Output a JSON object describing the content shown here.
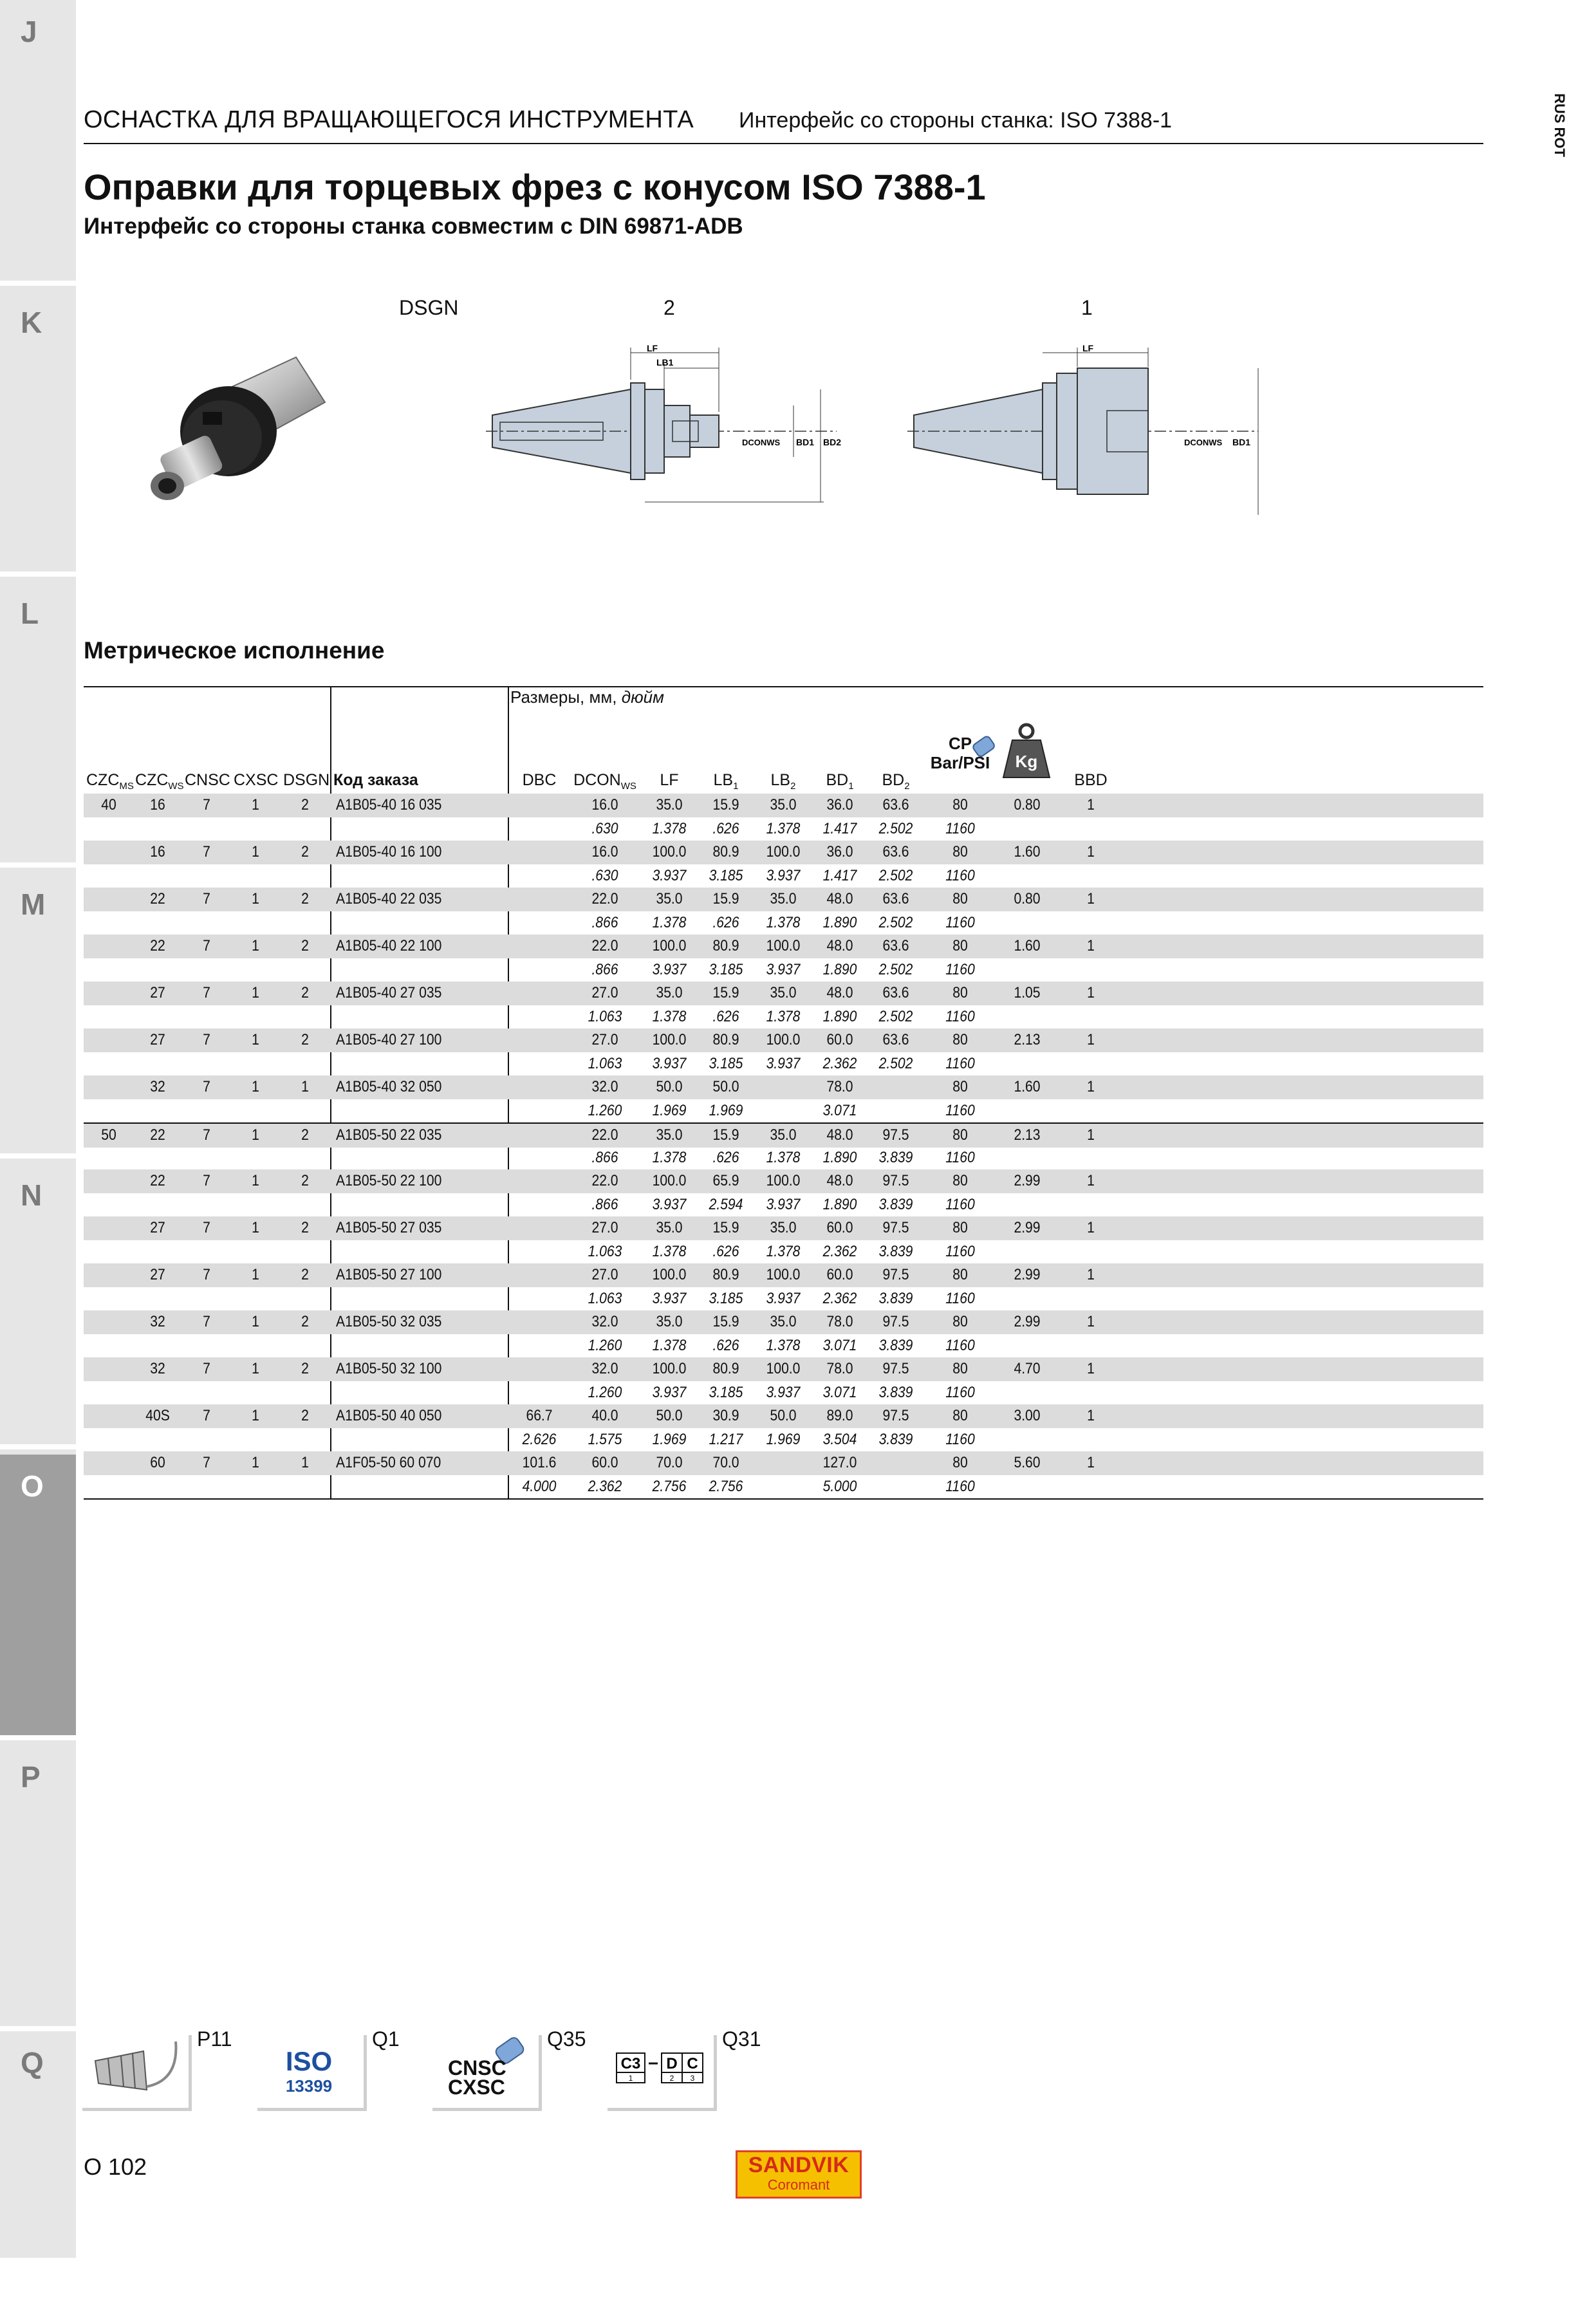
{
  "side_tabs": [
    {
      "letter": "J",
      "active": false
    },
    {
      "letter": "K",
      "active": false
    },
    {
      "letter": "L",
      "active": false
    },
    {
      "letter": "M",
      "active": false
    },
    {
      "letter": "N",
      "active": false
    },
    {
      "letter": "O",
      "active": true
    },
    {
      "letter": "P",
      "active": false
    },
    {
      "letter": "Q",
      "active": false
    }
  ],
  "corner_tag": "RUS ROT",
  "header": {
    "left": "ОСНАСТКА ДЛЯ ВРАЩАЮЩЕГОСЯ ИНСТРУМЕНТА",
    "right": "Интерфейс со стороны станка: ISO 7388-1"
  },
  "title": "Оправки для торцевых фрез с конусом ISO 7388-1",
  "subtitle": "Интерфейс со стороны станка совместим с DIN 69871-ADB",
  "drawings": {
    "dsgn_label": "DSGN",
    "design_2": "2",
    "design_1": "1",
    "lf": "LF",
    "lb1": "LB1",
    "dconws": "DCONWS",
    "bd1": "BD1",
    "bd2": "BD2"
  },
  "section_title": "Метрическое исполнение",
  "table": {
    "dim_title": "Размеры, мм,",
    "dim_title_unit": "дюйм",
    "headers": {
      "czcms": "CZC",
      "czcms_sub": "MS",
      "czcws": "CZC",
      "czcws_sub": "WS",
      "cnsc": "CNSC",
      "cxsc": "CXSC",
      "dsgn": "DSGN",
      "order_code": "Код заказа",
      "dbc": "DBC",
      "dconws": "DCON",
      "dconws_sub": "WS",
      "lf": "LF",
      "lb1": "LB",
      "lb1_sub": "1",
      "lb2": "LB",
      "lb2_sub": "2",
      "bd1": "BD",
      "bd1_sub": "1",
      "bd2": "BD",
      "bd2_sub": "2",
      "cp": "CP",
      "cp_unit": "Bar/PSI",
      "weight_icon_text": "Kg",
      "bbd": "BBD"
    },
    "rows": [
      {
        "czcms": "40",
        "czcws": "16",
        "cnsc": "7",
        "cxsc": "1",
        "dsgn": "2",
        "code": "A1B05-40 16 035",
        "dbc": "",
        "dcon": "16.0",
        "lf": "35.0",
        "lb1": "15.9",
        "lb2": "35.0",
        "bd1": "36.0",
        "bd2": "63.6",
        "cp": "80",
        "wt": "0.80",
        "bbd": "1",
        "inch": {
          "dbc": "",
          "dcon": ".630",
          "lf": "1.378",
          "lb1": ".626",
          "lb2": "1.378",
          "bd1": "1.417",
          "bd2": "2.502",
          "cp": "1160"
        }
      },
      {
        "czcms": "",
        "czcws": "16",
        "cnsc": "7",
        "cxsc": "1",
        "dsgn": "2",
        "code": "A1B05-40 16 100",
        "dbc": "",
        "dcon": "16.0",
        "lf": "100.0",
        "lb1": "80.9",
        "lb2": "100.0",
        "bd1": "36.0",
        "bd2": "63.6",
        "cp": "80",
        "wt": "1.60",
        "bbd": "1",
        "inch": {
          "dbc": "",
          "dcon": ".630",
          "lf": "3.937",
          "lb1": "3.185",
          "lb2": "3.937",
          "bd1": "1.417",
          "bd2": "2.502",
          "cp": "1160"
        }
      },
      {
        "czcms": "",
        "czcws": "22",
        "cnsc": "7",
        "cxsc": "1",
        "dsgn": "2",
        "code": "A1B05-40 22 035",
        "dbc": "",
        "dcon": "22.0",
        "lf": "35.0",
        "lb1": "15.9",
        "lb2": "35.0",
        "bd1": "48.0",
        "bd2": "63.6",
        "cp": "80",
        "wt": "0.80",
        "bbd": "1",
        "inch": {
          "dbc": "",
          "dcon": ".866",
          "lf": "1.378",
          "lb1": ".626",
          "lb2": "1.378",
          "bd1": "1.890",
          "bd2": "2.502",
          "cp": "1160"
        }
      },
      {
        "czcms": "",
        "czcws": "22",
        "cnsc": "7",
        "cxsc": "1",
        "dsgn": "2",
        "code": "A1B05-40 22 100",
        "dbc": "",
        "dcon": "22.0",
        "lf": "100.0",
        "lb1": "80.9",
        "lb2": "100.0",
        "bd1": "48.0",
        "bd2": "63.6",
        "cp": "80",
        "wt": "1.60",
        "bbd": "1",
        "inch": {
          "dbc": "",
          "dcon": ".866",
          "lf": "3.937",
          "lb1": "3.185",
          "lb2": "3.937",
          "bd1": "1.890",
          "bd2": "2.502",
          "cp": "1160"
        }
      },
      {
        "czcms": "",
        "czcws": "27",
        "cnsc": "7",
        "cxsc": "1",
        "dsgn": "2",
        "code": "A1B05-40 27 035",
        "dbc": "",
        "dcon": "27.0",
        "lf": "35.0",
        "lb1": "15.9",
        "lb2": "35.0",
        "bd1": "48.0",
        "bd2": "63.6",
        "cp": "80",
        "wt": "1.05",
        "bbd": "1",
        "inch": {
          "dbc": "",
          "dcon": "1.063",
          "lf": "1.378",
          "lb1": ".626",
          "lb2": "1.378",
          "bd1": "1.890",
          "bd2": "2.502",
          "cp": "1160"
        }
      },
      {
        "czcms": "",
        "czcws": "27",
        "cnsc": "7",
        "cxsc": "1",
        "dsgn": "2",
        "code": "A1B05-40 27 100",
        "dbc": "",
        "dcon": "27.0",
        "lf": "100.0",
        "lb1": "80.9",
        "lb2": "100.0",
        "bd1": "60.0",
        "bd2": "63.6",
        "cp": "80",
        "wt": "2.13",
        "bbd": "1",
        "inch": {
          "dbc": "",
          "dcon": "1.063",
          "lf": "3.937",
          "lb1": "3.185",
          "lb2": "3.937",
          "bd1": "2.362",
          "bd2": "2.502",
          "cp": "1160"
        }
      },
      {
        "czcms": "",
        "czcws": "32",
        "cnsc": "7",
        "cxsc": "1",
        "dsgn": "1",
        "code": "A1B05-40 32 050",
        "dbc": "",
        "dcon": "32.0",
        "lf": "50.0",
        "lb1": "50.0",
        "lb2": "",
        "bd1": "78.0",
        "bd2": "",
        "cp": "80",
        "wt": "1.60",
        "bbd": "1",
        "inch": {
          "dbc": "",
          "dcon": "1.260",
          "lf": "1.969",
          "lb1": "1.969",
          "lb2": "",
          "bd1": "3.071",
          "bd2": "",
          "cp": "1160"
        }
      },
      {
        "czcms": "50",
        "czcws": "22",
        "cnsc": "7",
        "cxsc": "1",
        "dsgn": "2",
        "code": "A1B05-50 22 035",
        "dbc": "",
        "dcon": "22.0",
        "lf": "35.0",
        "lb1": "15.9",
        "lb2": "35.0",
        "bd1": "48.0",
        "bd2": "97.5",
        "cp": "80",
        "wt": "2.13",
        "bbd": "1",
        "inch": {
          "dbc": "",
          "dcon": ".866",
          "lf": "1.378",
          "lb1": ".626",
          "lb2": "1.378",
          "bd1": "1.890",
          "bd2": "3.839",
          "cp": "1160"
        }
      },
      {
        "czcms": "",
        "czcws": "22",
        "cnsc": "7",
        "cxsc": "1",
        "dsgn": "2",
        "code": "A1B05-50 22 100",
        "dbc": "",
        "dcon": "22.0",
        "lf": "100.0",
        "lb1": "65.9",
        "lb2": "100.0",
        "bd1": "48.0",
        "bd2": "97.5",
        "cp": "80",
        "wt": "2.99",
        "bbd": "1",
        "inch": {
          "dbc": "",
          "dcon": ".866",
          "lf": "3.937",
          "lb1": "2.594",
          "lb2": "3.937",
          "bd1": "1.890",
          "bd2": "3.839",
          "cp": "1160"
        }
      },
      {
        "czcms": "",
        "czcws": "27",
        "cnsc": "7",
        "cxsc": "1",
        "dsgn": "2",
        "code": "A1B05-50 27 035",
        "dbc": "",
        "dcon": "27.0",
        "lf": "35.0",
        "lb1": "15.9",
        "lb2": "35.0",
        "bd1": "60.0",
        "bd2": "97.5",
        "cp": "80",
        "wt": "2.99",
        "bbd": "1",
        "inch": {
          "dbc": "",
          "dcon": "1.063",
          "lf": "1.378",
          "lb1": ".626",
          "lb2": "1.378",
          "bd1": "2.362",
          "bd2": "3.839",
          "cp": "1160"
        }
      },
      {
        "czcms": "",
        "czcws": "27",
        "cnsc": "7",
        "cxsc": "1",
        "dsgn": "2",
        "code": "A1B05-50 27 100",
        "dbc": "",
        "dcon": "27.0",
        "lf": "100.0",
        "lb1": "80.9",
        "lb2": "100.0",
        "bd1": "60.0",
        "bd2": "97.5",
        "cp": "80",
        "wt": "2.99",
        "bbd": "1",
        "inch": {
          "dbc": "",
          "dcon": "1.063",
          "lf": "3.937",
          "lb1": "3.185",
          "lb2": "3.937",
          "bd1": "2.362",
          "bd2": "3.839",
          "cp": "1160"
        }
      },
      {
        "czcms": "",
        "czcws": "32",
        "cnsc": "7",
        "cxsc": "1",
        "dsgn": "2",
        "code": "A1B05-50 32 035",
        "dbc": "",
        "dcon": "32.0",
        "lf": "35.0",
        "lb1": "15.9",
        "lb2": "35.0",
        "bd1": "78.0",
        "bd2": "97.5",
        "cp": "80",
        "wt": "2.99",
        "bbd": "1",
        "inch": {
          "dbc": "",
          "dcon": "1.260",
          "lf": "1.378",
          "lb1": ".626",
          "lb2": "1.378",
          "bd1": "3.071",
          "bd2": "3.839",
          "cp": "1160"
        }
      },
      {
        "czcms": "",
        "czcws": "32",
        "cnsc": "7",
        "cxsc": "1",
        "dsgn": "2",
        "code": "A1B05-50 32 100",
        "dbc": "",
        "dcon": "32.0",
        "lf": "100.0",
        "lb1": "80.9",
        "lb2": "100.0",
        "bd1": "78.0",
        "bd2": "97.5",
        "cp": "80",
        "wt": "4.70",
        "bbd": "1",
        "inch": {
          "dbc": "",
          "dcon": "1.260",
          "lf": "3.937",
          "lb1": "3.185",
          "lb2": "3.937",
          "bd1": "3.071",
          "bd2": "3.839",
          "cp": "1160"
        }
      },
      {
        "czcms": "",
        "czcws": "40S",
        "cnsc": "7",
        "cxsc": "1",
        "dsgn": "2",
        "code": "A1B05-50 40 050",
        "dbc": "66.7",
        "dcon": "40.0",
        "lf": "50.0",
        "lb1": "30.9",
        "lb2": "50.0",
        "bd1": "89.0",
        "bd2": "97.5",
        "cp": "80",
        "wt": "3.00",
        "bbd": "1",
        "inch": {
          "dbc": "2.626",
          "dcon": "1.575",
          "lf": "1.969",
          "lb1": "1.217",
          "lb2": "1.969",
          "bd1": "3.504",
          "bd2": "3.839",
          "cp": "1160"
        }
      },
      {
        "czcms": "",
        "czcws": "60",
        "cnsc": "7",
        "cxsc": "1",
        "dsgn": "1",
        "code": "A1F05-50 60 070",
        "dbc": "101.6",
        "dcon": "60.0",
        "lf": "70.0",
        "lb1": "70.0",
        "lb2": "",
        "bd1": "127.0",
        "bd2": "",
        "cp": "80",
        "wt": "5.60",
        "bbd": "1",
        "inch": {
          "dbc": "4.000",
          "dcon": "2.362",
          "lf": "2.756",
          "lb1": "2.756",
          "lb2": "",
          "bd1": "5.000",
          "bd2": "",
          "cp": "1160"
        }
      }
    ]
  },
  "footer": {
    "refs": [
      {
        "page": "P11",
        "icon": "collet-icon"
      },
      {
        "page": "Q1",
        "icon": "iso-13399-icon",
        "icon_top": "ISO",
        "icon_bottom": "13399"
      },
      {
        "page": "Q35",
        "icon": "cnsc-cxsc-icon",
        "icon_top": "CNSC",
        "icon_bottom": "CXSC"
      },
      {
        "page": "Q31",
        "icon": "code-key-icon",
        "icon_a": "C3",
        "icon_b": "D",
        "icon_c": "C",
        "n1": "1",
        "n2": "2",
        "n3": "3"
      }
    ],
    "page_number": "O 102",
    "brand_name": "SANDVIK",
    "brand_sub": "Coromant",
    "brand_colors": {
      "yellow": "#f5c000",
      "red": "#d62a1a"
    }
  }
}
